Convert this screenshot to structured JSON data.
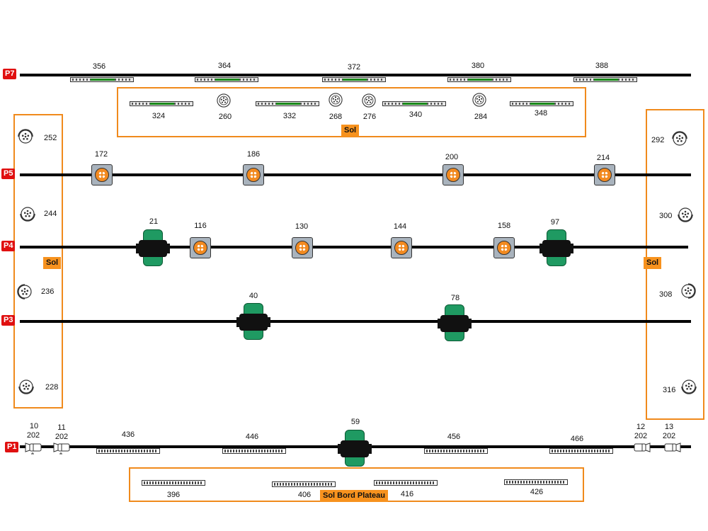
{
  "pipes": {
    "p7": "P7",
    "p5": "P5",
    "p4": "P4",
    "p3": "P3",
    "p1": "P1"
  },
  "zones": {
    "top_sol": "Sol",
    "left_sol": "Sol",
    "right_sol": "Sol",
    "bottom_sol": "Sol Bord Plateau"
  },
  "p7_bars": [
    "356",
    "364",
    "372",
    "380",
    "388"
  ],
  "top_sol_items": [
    "324",
    "260",
    "332",
    "268",
    "276",
    "340",
    "284",
    "348"
  ],
  "left_pars": [
    "252",
    "244",
    "236",
    "228"
  ],
  "right_pars": [
    "292",
    "300",
    "308",
    "316"
  ],
  "p5_floods": [
    "172",
    "186",
    "200",
    "214"
  ],
  "p4_items": [
    "21",
    "116",
    "130",
    "144",
    "158",
    "97"
  ],
  "p3_heads": [
    "40",
    "78"
  ],
  "p1": {
    "profiles": [
      {
        "id": "10",
        "sub": "202"
      },
      {
        "id": "11",
        "sub": "202"
      },
      {
        "id": "12",
        "sub": "202"
      },
      {
        "id": "13",
        "sub": "202"
      }
    ],
    "strips": [
      "436",
      "446",
      "456",
      "466"
    ],
    "head": "59"
  },
  "bottom_strips": [
    "396",
    "406",
    "416",
    "426"
  ],
  "icons": {
    "led_bar": "led-bar-icon",
    "par": "par-can-icon",
    "flood": "flood-light-icon",
    "moving_head": "moving-head-icon",
    "profile": "profile-spot-icon",
    "strip": "cyclo-strip-icon"
  },
  "colors": {
    "pipe_tag": "#e01010",
    "zone_border": "#f08a1c",
    "zone_label": "#f7921e",
    "moving_head": "#1f9a62",
    "flood_lens": "#f28a20",
    "led_green": "#1a8a1a"
  }
}
